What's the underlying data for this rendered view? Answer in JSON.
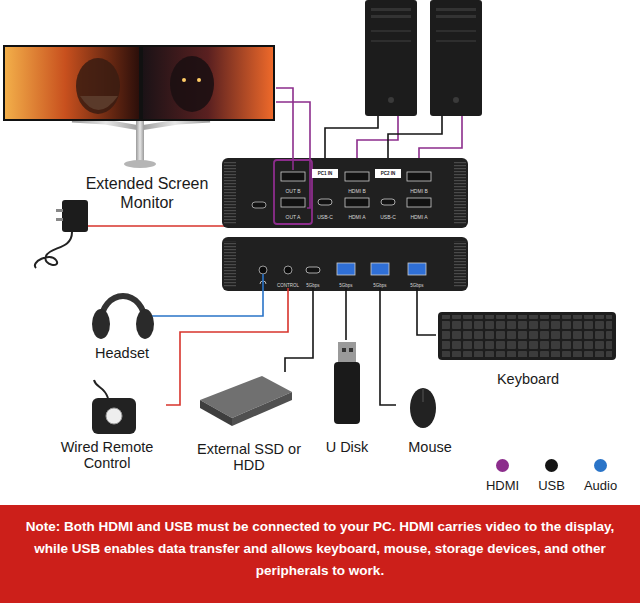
{
  "diagram": {
    "nodes": [
      {
        "text": [
          "Extended Screen Monitor"
        ]
      },
      {
        "text": [
          "OUT B"
        ]
      },
      {
        "text": [
          "OUT A"
        ]
      },
      {
        "text": [
          "HDMI B"
        ]
      },
      {
        "text": [
          "USB-C"
        ]
      },
      {
        "text": [
          "HDMI A"
        ]
      },
      {
        "text": [
          "HDMI B"
        ]
      },
      {
        "text": [
          "USB-C"
        ]
      },
      {
        "text": [
          "HDMI A"
        ]
      },
      {
        "text": [
          "CONTROL"
        ]
      },
      {
        "text": [
          "5Gbps"
        ]
      },
      {
        "text": [
          "5Gbps"
        ]
      },
      {
        "text": [
          "5Gbps"
        ]
      },
      {
        "text": [
          "5Gbps"
        ]
      },
      {
        "text": [
          "Headset"
        ]
      },
      {
        "text": [
          "Wired Remote Control"
        ]
      },
      {
        "text": [
          "External SSD or HDD"
        ]
      },
      {
        "text": [
          "U Disk"
        ]
      },
      {
        "text": [
          "Mouse"
        ]
      },
      {
        "text": [
          "Keyboard"
        ]
      }
    ],
    "edges": [
      {
        "from": 0,
        "to": 1,
        "arrow": "none"
      },
      {
        "from": 0,
        "to": 2,
        "arrow": "none"
      },
      {
        "from": 15,
        "to": 9,
        "arrow": "none"
      },
      {
        "from": 16,
        "to": 10,
        "arrow": "none"
      },
      {
        "from": 17,
        "to": 11,
        "arrow": "none"
      },
      {
        "from": 18,
        "to": 12,
        "arrow": "none"
      },
      {
        "from": 19,
        "to": 13,
        "arrow": "none"
      }
    ],
    "labels": [
      "PC1 IN",
      "PC2 IN",
      "Note: Both HDMI and USB must be connected to your PC. HDMI carries video to the display, while USB enables data transfer and allows keyboard, mouse, storage devices, and other peripherals to work."
    ],
    "legend": [
      {
        "text": "HDMI",
        "color": "#8c2d8c"
      },
      {
        "text": "USB",
        "color": "#151515"
      },
      {
        "text": "Audio",
        "color": "#2a74c8"
      }
    ]
  }
}
